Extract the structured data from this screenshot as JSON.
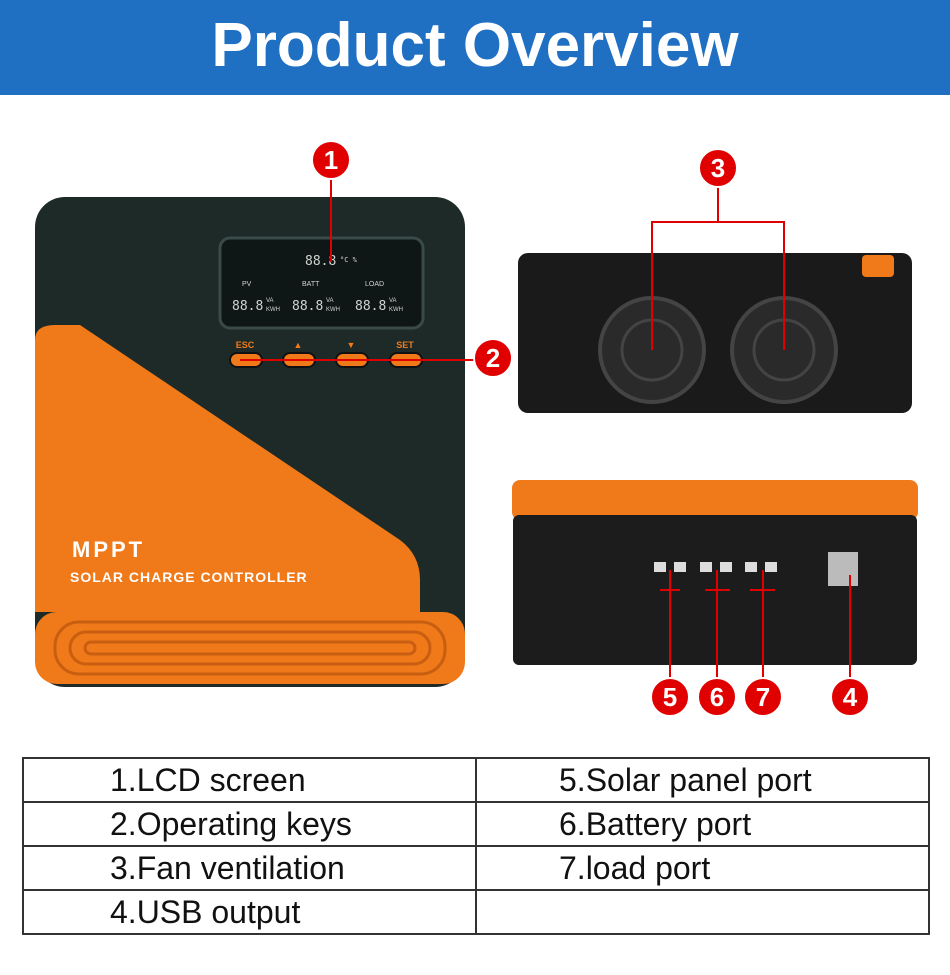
{
  "title": "Product Overview",
  "device": {
    "brand": "MPPT",
    "subtitle": "SOLAR CHARGE CONTROLLER",
    "lcd": {
      "pv": "PV",
      "batt": "BATT",
      "load": "LOAD",
      "digits": "88.8",
      "unit_va": "VA",
      "unit_kwh": "KWH",
      "temp_unit": "°C %"
    },
    "keys": [
      "ESC",
      "▲",
      "▼",
      "SET"
    ]
  },
  "callouts": [
    "1",
    "2",
    "3",
    "4",
    "5",
    "6",
    "7"
  ],
  "colors": {
    "header": "#1f6fc2",
    "callout": "#e00000",
    "orange": "#f07a1a",
    "body": "#1d2a28"
  },
  "table": {
    "rows": [
      [
        "1.LCD screen",
        "5.Solar panel port"
      ],
      [
        "2.Operating keys",
        "6.Battery port"
      ],
      [
        "3.Fan ventilation",
        "7.load port"
      ],
      [
        "4.USB output",
        ""
      ]
    ]
  }
}
